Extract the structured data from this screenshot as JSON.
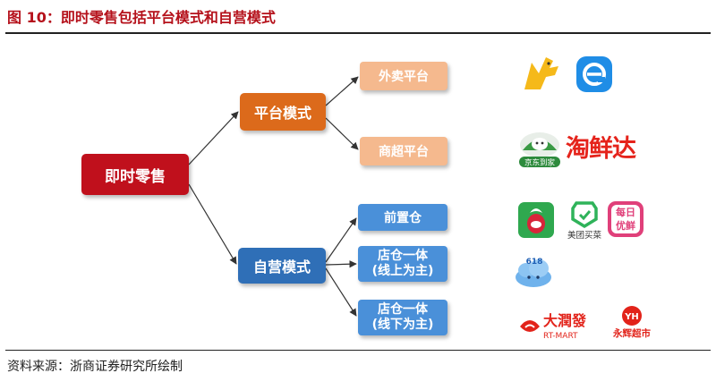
{
  "header": {
    "title": "图 10：即时零售包括平台模式和自营模式"
  },
  "diagram": {
    "root": "即时零售",
    "branches": [
      {
        "label": "平台模式",
        "children": [
          "外卖平台",
          "商超平台"
        ]
      },
      {
        "label": "自营模式",
        "children": [
          "前置仓",
          "店仓一体\n(线上为主)",
          "店仓一体\n(线下为主)"
        ]
      }
    ],
    "leaf_lines": {
      "dc_online": [
        "店仓一体",
        "(线上为主)"
      ],
      "dc_offline": [
        "店仓一体",
        "(线下为主)"
      ]
    }
  },
  "logos": {
    "jd_daojia_caption": "京东到家",
    "taoxianda": "淘鲜达",
    "meituan_maicai_caption": "美团买菜",
    "meiri_youxian": "每日优鲜",
    "dingdong_badge": "618",
    "rtmart": "大潤發",
    "rtmart_sub": "RT-MART",
    "yonghui_mark": "YH",
    "yonghui": "永辉超市"
  },
  "colors": {
    "title_red": "#b5111b",
    "root_red": "#c0101c",
    "platform_orange": "#dc6a1b",
    "leaf_orange": "#f5b98e",
    "self_blue": "#2f6fb7",
    "leaf_blue": "#4a90d9"
  },
  "footer": {
    "source": "资料来源：浙商证券研究所绘制"
  }
}
